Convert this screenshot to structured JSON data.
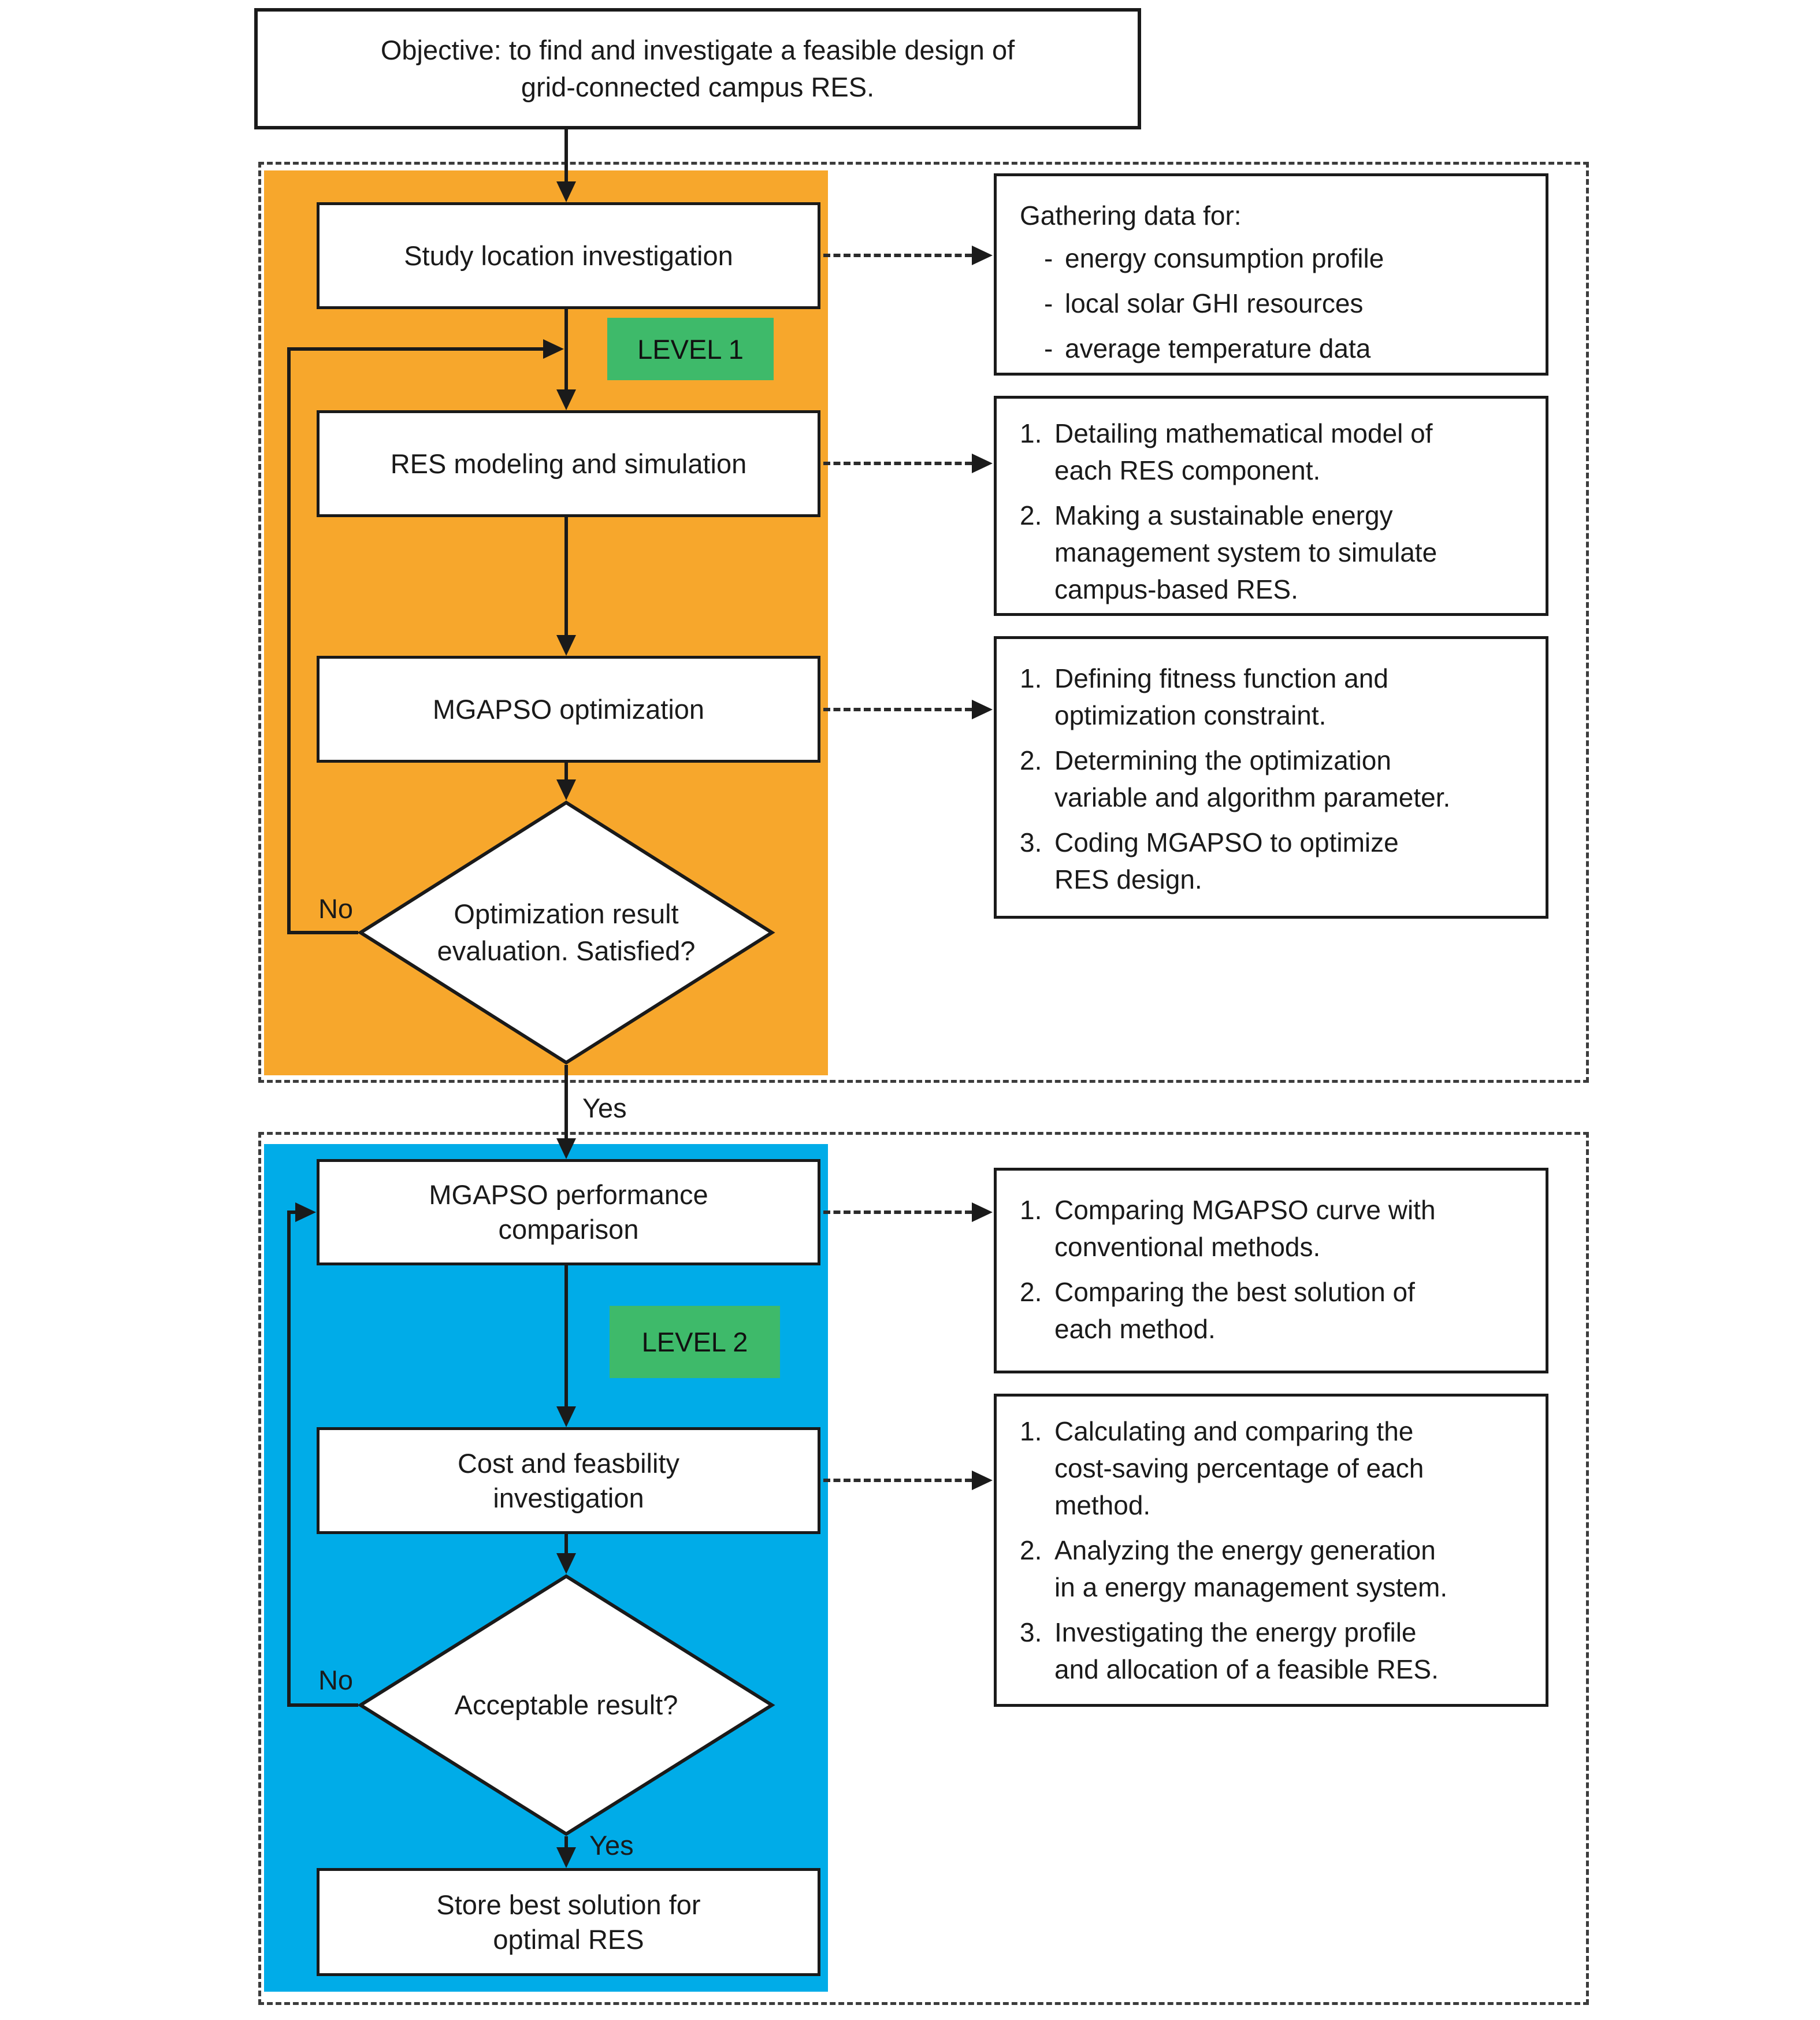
{
  "colors": {
    "level1_bg": "#F7A72C",
    "level2_bg": "#00ACE8",
    "badge_bg": "#3EBA6A",
    "line": "#1A1A1A"
  },
  "objective": {
    "text": "Objective: to find and investigate a feasible design of\ngrid-connected campus RES."
  },
  "level1": {
    "badge": "LEVEL 1",
    "study": "Study location investigation",
    "modeling": "RES modeling and simulation",
    "optimization": "MGAPSO optimization",
    "decision": "Optimization result\nevaluation. Satisfied?",
    "no": "No",
    "yes": "Yes"
  },
  "level2": {
    "badge": "LEVEL 2",
    "comparison": "MGAPSO performance\ncomparison",
    "cost": "Cost and feasbility\ninvestigation",
    "decision": "Acceptable result?",
    "no": "No",
    "yes": "Yes",
    "store": "Store best solution for\noptimal RES"
  },
  "annotations": [
    {
      "header": "Gathering data for:",
      "items": [
        {
          "marker": "-",
          "text": "energy consumption profile"
        },
        {
          "marker": "-",
          "text": "local solar GHI resources"
        },
        {
          "marker": "-",
          "text": "average temperature data"
        }
      ]
    },
    {
      "items": [
        {
          "marker": "1.",
          "text": "Detailing mathematical model of\neach RES component."
        },
        {
          "marker": "2.",
          "text": "Making a sustainable energy\nmanagement system to simulate\ncampus-based RES."
        }
      ]
    },
    {
      "items": [
        {
          "marker": "1.",
          "text": "Defining fitness function and\noptimization constraint."
        },
        {
          "marker": "2.",
          "text": "Determining the optimization\nvariable and algorithm parameter."
        },
        {
          "marker": "3.",
          "text": "Coding MGAPSO to optimize\nRES design."
        }
      ]
    },
    {
      "items": [
        {
          "marker": "1.",
          "text": "Comparing MGAPSO curve with\nconventional methods."
        },
        {
          "marker": "2.",
          "text": "Comparing the best solution of\neach method."
        }
      ]
    },
    {
      "items": [
        {
          "marker": "1.",
          "text": "Calculating and comparing the\ncost-saving percentage of each\nmethod."
        },
        {
          "marker": "2.",
          "text": "Analyzing the energy generation\nin a energy management system."
        },
        {
          "marker": "3.",
          "text": "Investigating the energy profile\nand allocation of a feasible RES."
        }
      ]
    }
  ]
}
